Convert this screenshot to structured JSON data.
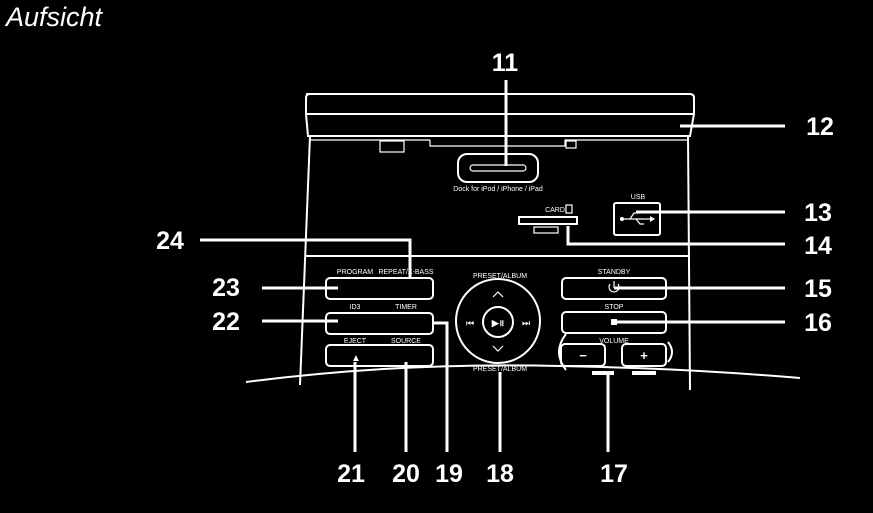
{
  "title": "Aufsicht",
  "callouts": {
    "c11": "11",
    "c12": "12",
    "c13": "13",
    "c14": "14",
    "c15": "15",
    "c16": "16",
    "c17": "17",
    "c18": "18",
    "c19": "19",
    "c20": "20",
    "c21": "21",
    "c22": "22",
    "c23": "23",
    "c24": "24"
  },
  "labels": {
    "dock": "Dock for iPod / iPhone / iPad",
    "usb": "USB",
    "card": "CARD",
    "program": "PROGRAM",
    "repeat": "REPEAT/X-BASS",
    "id3": "ID3",
    "timer": "TIMER",
    "eject": "EJECT",
    "source": "SOURCE",
    "preset_top": "PRESET/ALBUM",
    "preset_bottom": "PRESET/ALBUM",
    "standby": "STANDBY",
    "stop": "STOP",
    "volume": "VOLUME"
  },
  "symbols": {
    "prev": "⏮",
    "play_pause": "▶॥",
    "next": "⏭",
    "up": "︿",
    "down": "﹀",
    "power": "⏻",
    "stop": "■",
    "eject": "▲",
    "minus": "−",
    "plus": "+"
  },
  "colors": {
    "background": "#000000",
    "line": "#ffffff"
  }
}
